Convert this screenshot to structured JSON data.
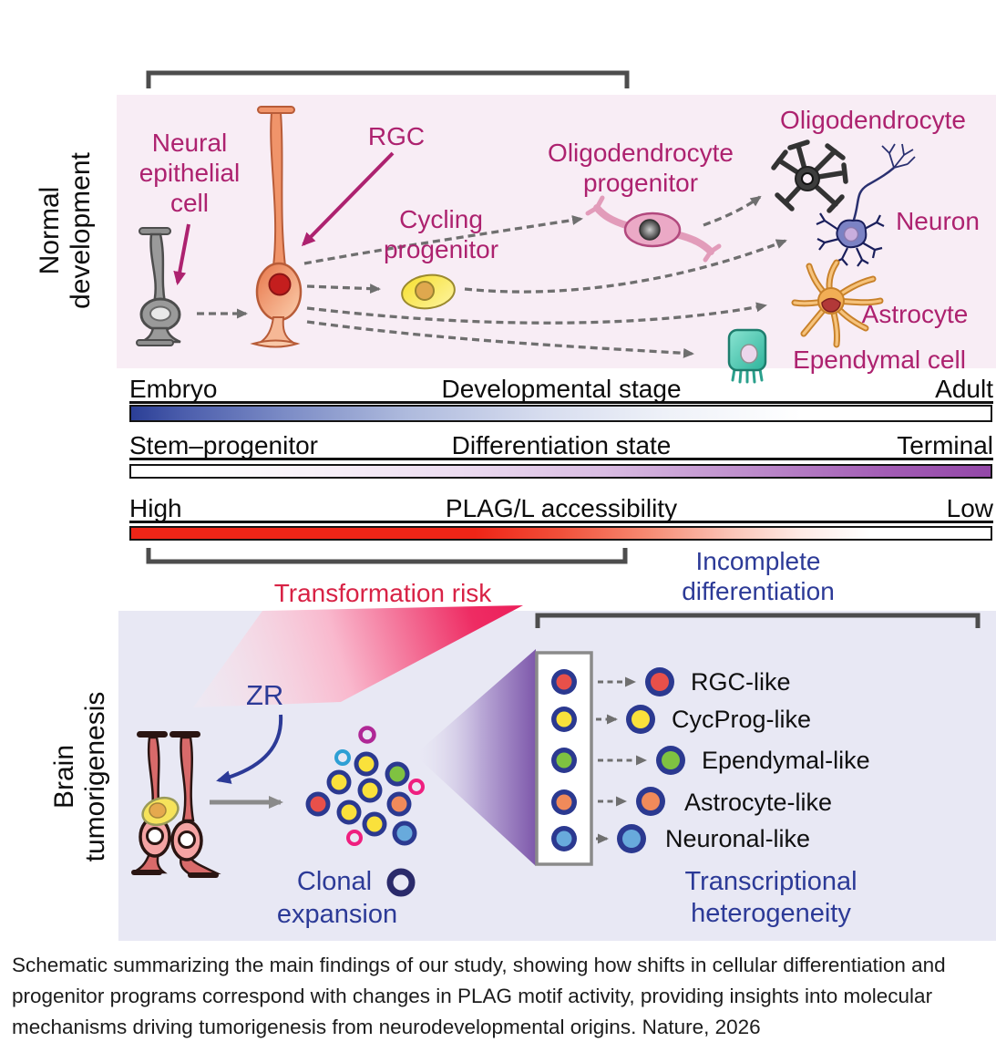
{
  "palette": {
    "magenta_label": "#ad226f",
    "blue_label": "#2c3a97",
    "crimson_label": "#d82245",
    "navy_ring": "#2b3990",
    "yellow_cell": "#fae13b",
    "red_cell": "#e8504a",
    "green_cell": "#7fc241",
    "orange_cell": "#f08a5a",
    "blue_cell": "#68aadc",
    "small_ring_magenta": "#b02896",
    "small_ring_cyan": "#2e9fd4",
    "small_ring_pink": "#ef1f7f",
    "top_panel_bg": "#f8edf5",
    "bottom_panel_bg": "#e8e8f4"
  },
  "normal_development": {
    "section_label": [
      "Normal",
      "development"
    ],
    "labels": {
      "neural_epithelial": [
        "Neural",
        "epithelial",
        "cell"
      ],
      "rgc": "RGC",
      "cycling_progenitor": [
        "Cycling",
        "progenitor"
      ],
      "oligo_progenitor": [
        "Oligodendrocyte",
        "progenitor"
      ],
      "oligodendrocyte": "Oligodendrocyte",
      "neuron": "Neuron",
      "astrocyte": "Astrocyte",
      "ependymal": "Ependymal cell"
    }
  },
  "gradient_bars": [
    {
      "left": "Embryo",
      "center": "Developmental stage",
      "right": "Adult",
      "colors": [
        "#2b3f96",
        "#ffffff"
      ]
    },
    {
      "left": "Stem–progenitor",
      "center": "Differentiation state",
      "right": "Terminal",
      "colors": [
        "#ffffff",
        "#9348a8"
      ]
    },
    {
      "left": "High",
      "center": "PLAG/L accessibility",
      "right": "Low",
      "colors": [
        "#ee2517",
        "#ffffff"
      ]
    }
  ],
  "risk_annotations": {
    "transformation_risk": "Transformation risk",
    "incomplete_differentiation": [
      "Incomplete",
      "differentiation"
    ]
  },
  "brain_tumorigenesis": {
    "section_label": [
      "Brain",
      "tumorigenesis"
    ],
    "zr_label": "ZR",
    "clonal_expansion": [
      "Clonal",
      "expansion"
    ],
    "transcriptional_heterogeneity": [
      "Transcriptional",
      "heterogeneity"
    ],
    "tumor_cell_types": [
      {
        "label": "RGC-like",
        "color": "#e8504a"
      },
      {
        "label": "CycProg-like",
        "color": "#fae13b"
      },
      {
        "label": "Ependymal-like",
        "color": "#7fc241"
      },
      {
        "label": "Astrocyte-like",
        "color": "#f08a5a"
      },
      {
        "label": "Neuronal-like",
        "color": "#68aadc"
      }
    ]
  },
  "caption": {
    "lines": [
      "Schematic summarizing the main findings of our study, showing how shifts in cellular differentiation and",
      "progenitor programs correspond with changes in PLAG motif activity, providing insights into molecular",
      "mechanisms driving tumorigenesis from neurodevelopmental origins. Nature, 2026"
    ]
  }
}
